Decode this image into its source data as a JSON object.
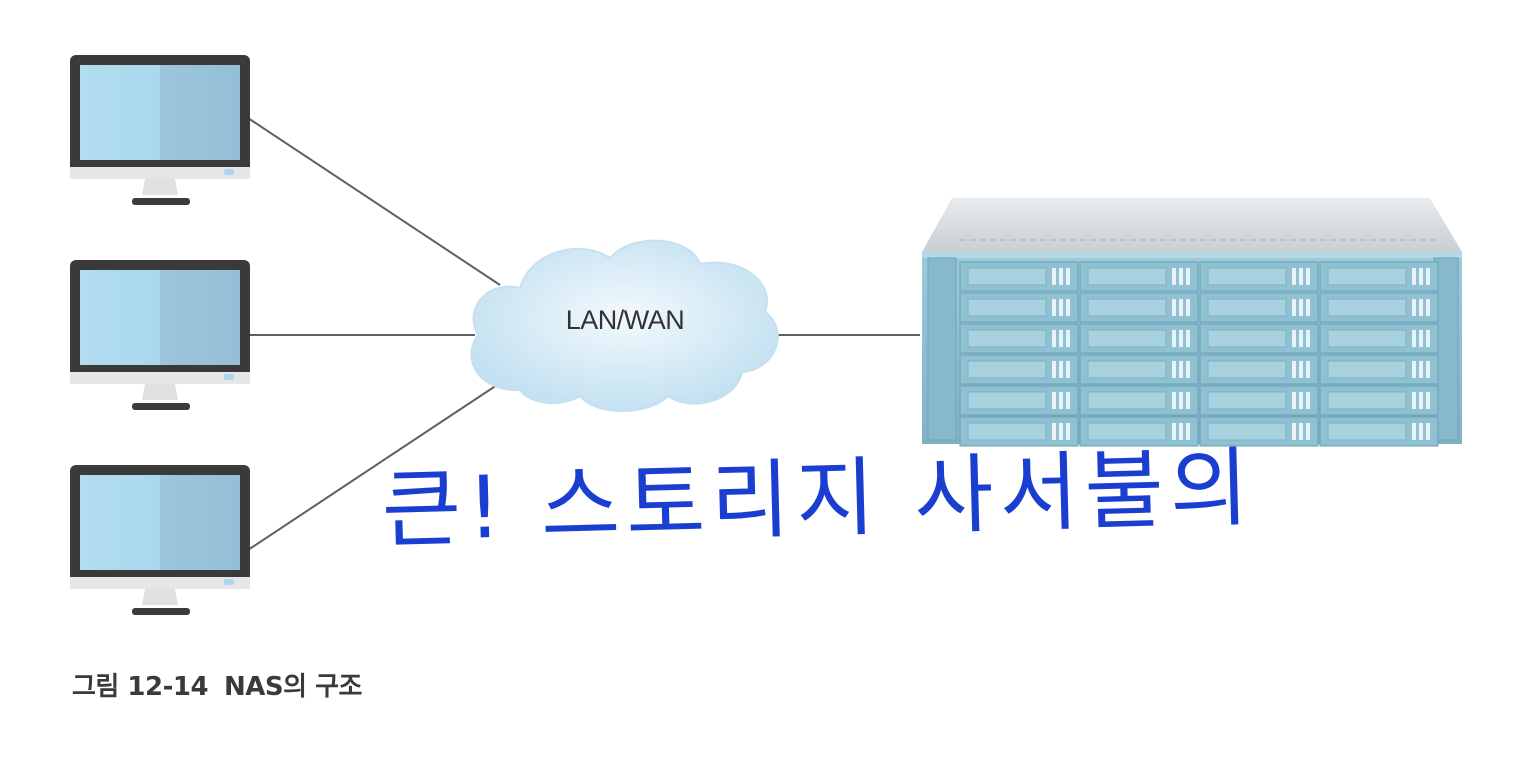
{
  "cloud": {
    "label": "LAN/WAN"
  },
  "caption": {
    "figure_number": "그림 12-14",
    "title": "NAS의 구조"
  },
  "handwritten_note": "큰! 스토리지 사서불의",
  "colors": {
    "monitor_frame": "#3b3b3b",
    "monitor_screen_light": "#a9d8ee",
    "monitor_screen_dark": "#99c3da",
    "server_body": "#8cc0d2",
    "server_top": "#d9dde0",
    "cloud": "#cfe6f4",
    "link_line": "#6a6a6a",
    "handwriting_ink": "#1a3fd0"
  },
  "icons": [
    "monitor-icon",
    "cloud-icon",
    "nas-server-icon"
  ]
}
